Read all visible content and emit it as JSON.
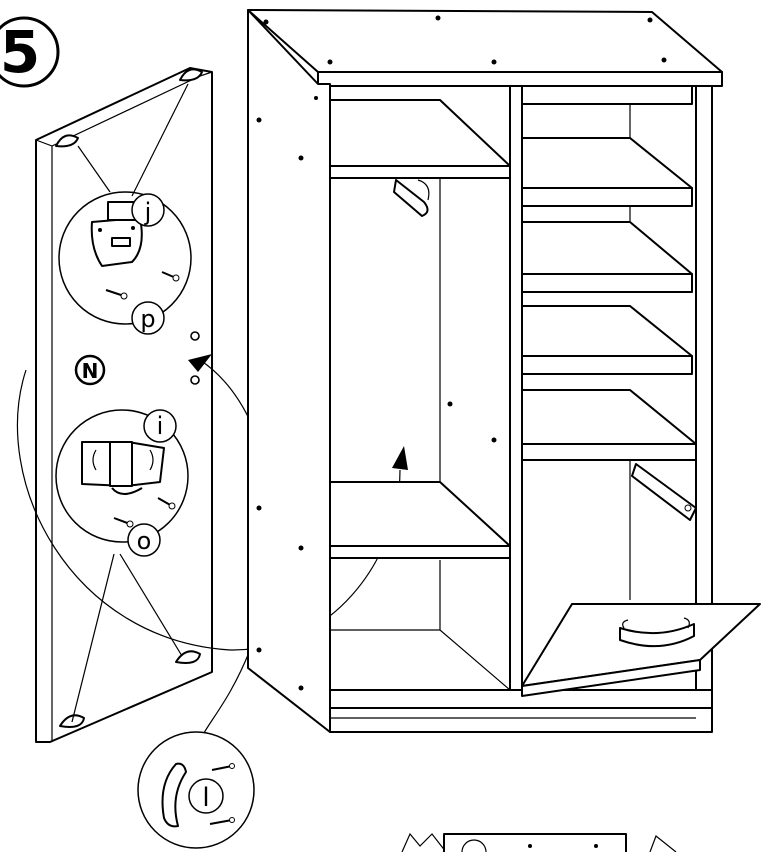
{
  "step": {
    "number": "5"
  },
  "parts": {
    "hinge_top_label": "j",
    "screw_top_label": "p",
    "door_marker_label": "N",
    "hinge_bottom_label": "i",
    "screw_bottom_label": "o",
    "handle_label": "l"
  },
  "icons": [
    "step-badge",
    "hinge-detail",
    "handle-detail",
    "arrow-marker"
  ]
}
